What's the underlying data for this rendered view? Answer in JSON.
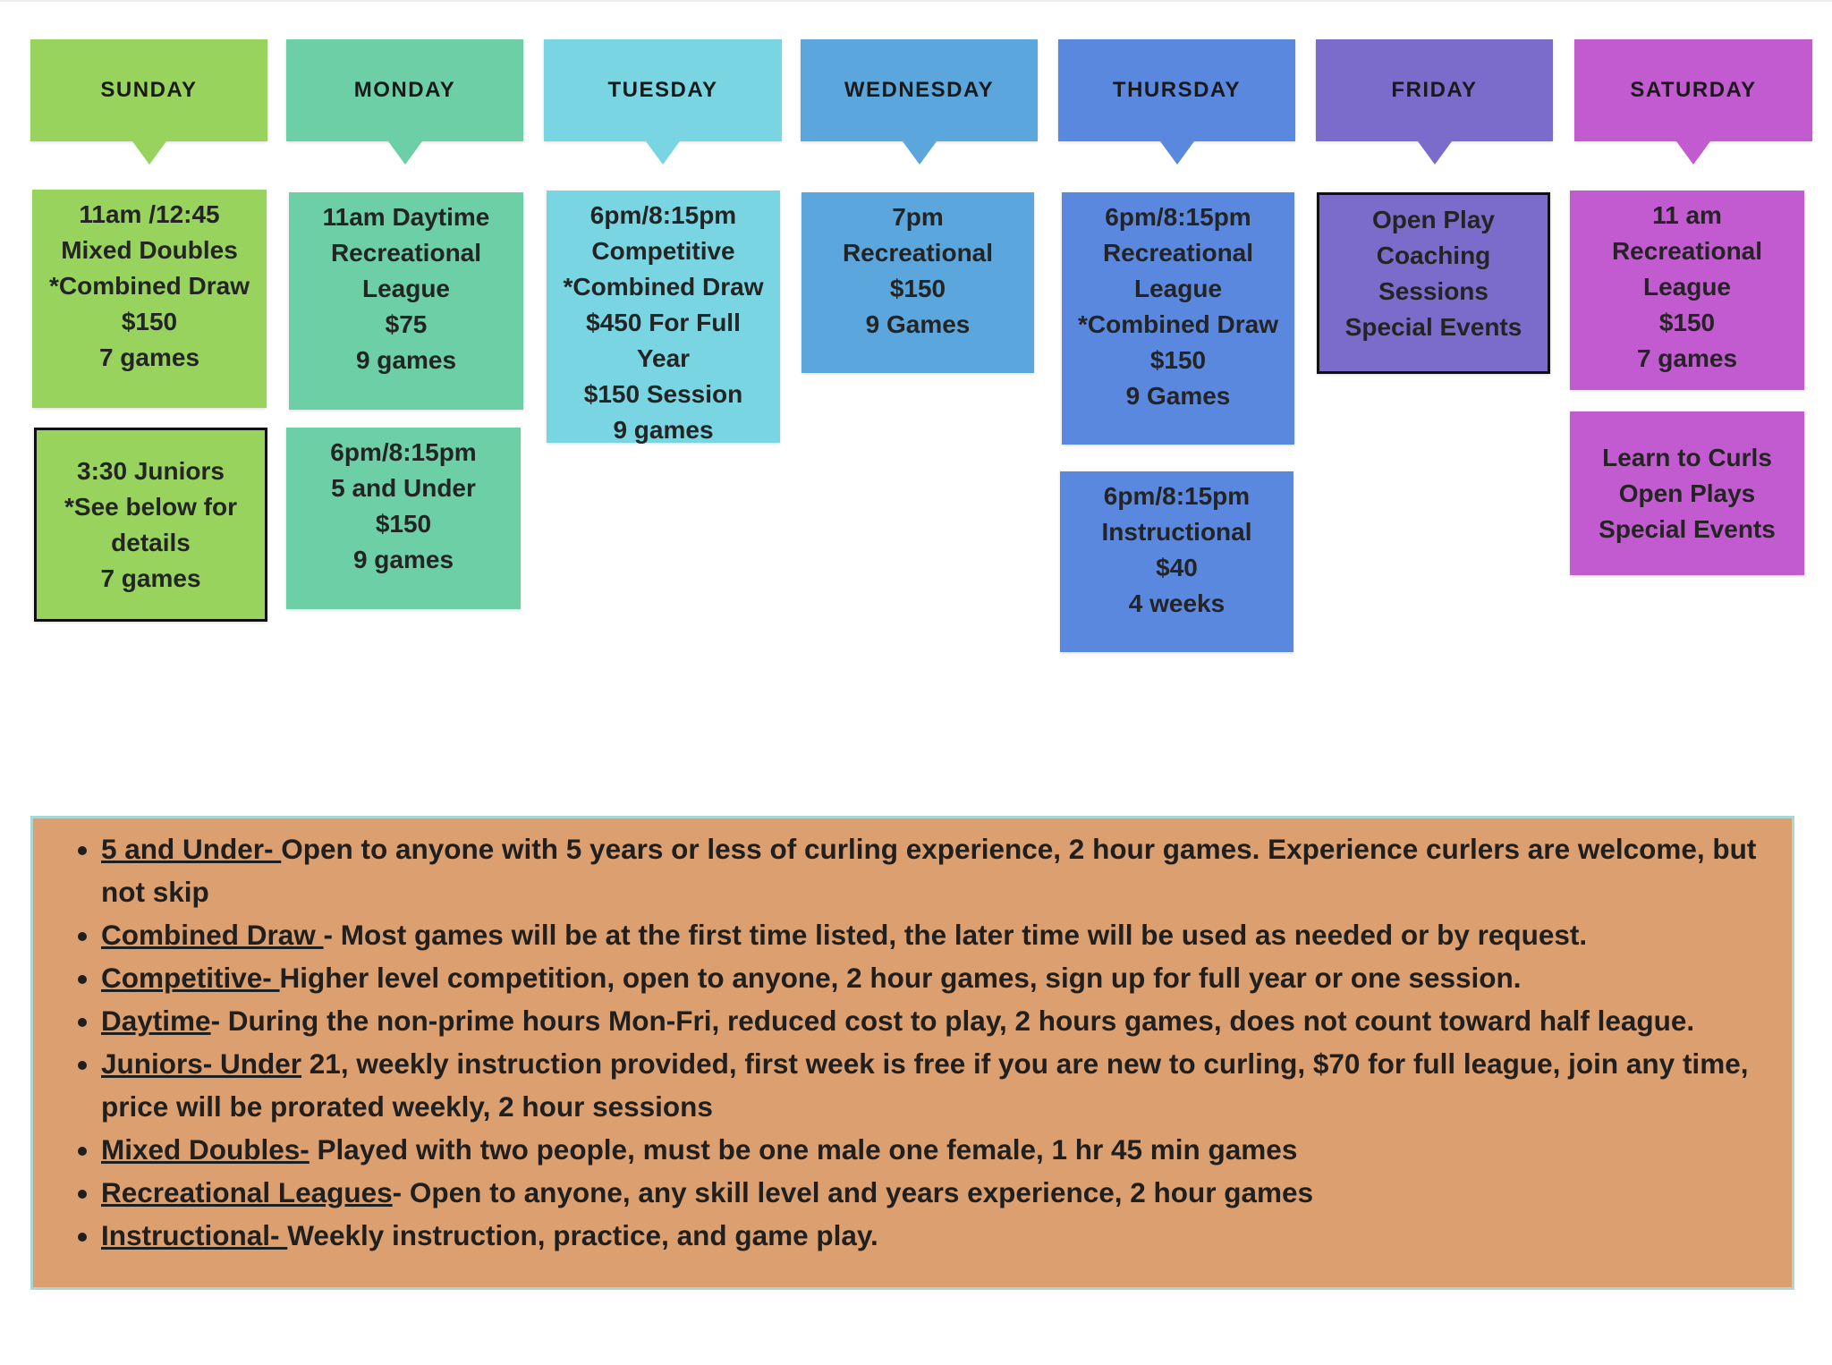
{
  "days": [
    {
      "name": "SUNDAY",
      "color": "#97d35d",
      "events": [
        {
          "text": "11am /12:45\nMixed Doubles\n*Combined Draw\n$150\n7 games"
        },
        {
          "text": "3:30 Juniors\n*See below for\ndetails\n7 games",
          "outlined": true
        }
      ]
    },
    {
      "name": "MONDAY",
      "color": "#6ccfa5",
      "events": [
        {
          "text": "11am Daytime\nRecreational\nLeague\n$75\n9 games"
        },
        {
          "text": "6pm/8:15pm\n5 and Under\n$150\n9 games"
        }
      ]
    },
    {
      "name": "TUESDAY",
      "color": "#78d5e1",
      "events": [
        {
          "text": "6pm/8:15pm\nCompetitive\n*Combined Draw\n$450 For Full\nYear\n$150 Session\n9 games"
        }
      ]
    },
    {
      "name": "WEDNESDAY",
      "color": "#5ba6dc",
      "events": [
        {
          "text": "7pm\nRecreational\n$150\n9 Games"
        }
      ]
    },
    {
      "name": "THURSDAY",
      "color": "#5a88de",
      "events": [
        {
          "text": "6pm/8:15pm\nRecreational\nLeague\n*Combined Draw\n$150\n9 Games"
        },
        {
          "text": "6pm/8:15pm\nInstructional\n$40\n4 weeks"
        }
      ]
    },
    {
      "name": "FRIDAY",
      "color": "#7b6ccb",
      "events": [
        {
          "text": "Open Play\nCoaching\nSessions\nSpecial Events",
          "outlined": true
        }
      ]
    },
    {
      "name": "SATURDAY",
      "color": "#c25bd0",
      "events": [
        {
          "text": "11 am\nRecreational\nLeague\n$150\n7 games"
        },
        {
          "text": "Learn to Curls\nOpen Plays\nSpecial Events"
        }
      ]
    }
  ],
  "glossary_background": "#dc9f6f",
  "glossary": [
    {
      "term": "5 and Under- ",
      "desc": "Open to anyone with 5 years or less of curling experience, 2 hour games. Experience curlers are welcome, but not skip"
    },
    {
      "term": "Combined Draw ",
      "desc": "- Most games will be at the first time listed, the later time will be used as needed or by request."
    },
    {
      "term": "Competitive- ",
      "desc": "Higher level competition, open to anyone, 2 hour games, sign up for full year or one session."
    },
    {
      "term": "Daytime",
      "desc": "- During the non-prime hours Mon-Fri, reduced cost to play, 2 hours games, does not count toward half league."
    },
    {
      "term": "Juniors- Under",
      "desc": " 21, weekly instruction provided, first week is free if you are new to curling, $70 for full league,  join any time, price will be prorated weekly, 2 hour sessions"
    },
    {
      "term": "Mixed Doubles-",
      "desc": " Played with two people, must be one male one female, 1 hr 45 min games"
    },
    {
      "term": "Recreational Leagues",
      "desc": "- Open to anyone, any skill level and years experience, 2 hour games"
    },
    {
      "term": "Instructional- ",
      "desc": "Weekly instruction, practice, and game play."
    }
  ]
}
